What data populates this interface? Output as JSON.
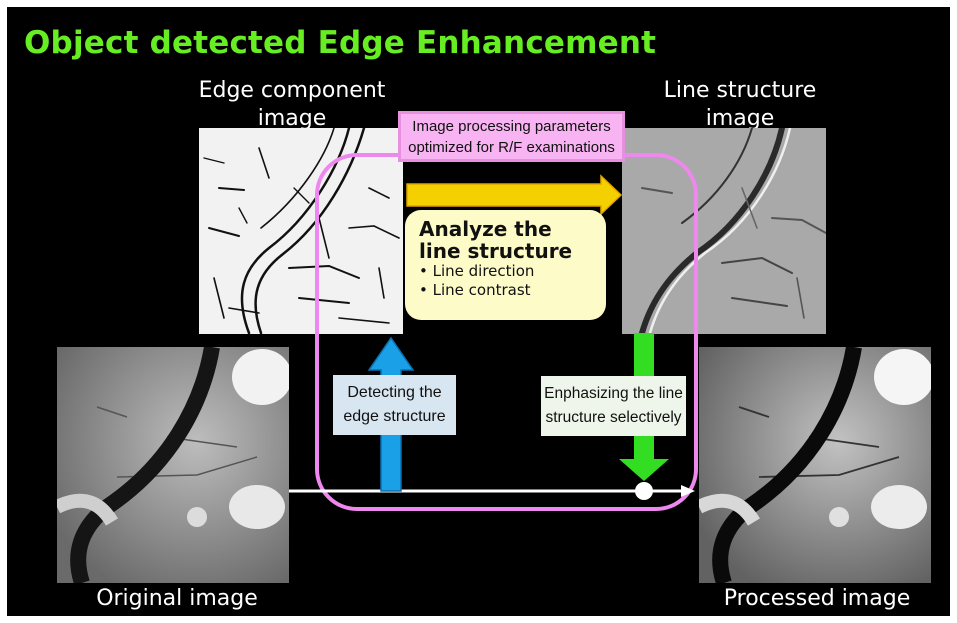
{
  "title": "Object detected Edge Enhancement",
  "labels": {
    "edge_component": [
      "Edge component",
      "image"
    ],
    "line_structure": [
      "Line structure",
      "image"
    ],
    "original": "Original image",
    "processed": "Processed image"
  },
  "param_box": [
    "Image processing parameters",
    "optimized for R/F examinations"
  ],
  "analyze": {
    "heading": [
      "Analyze the",
      "line structure"
    ],
    "items": [
      "• Line direction",
      "• Line contrast"
    ]
  },
  "detecting": [
    "Detecting the",
    "edge structure"
  ],
  "enhancing": [
    "Enphasizing the line",
    "structure selectively"
  ],
  "colors": {
    "title": "#66ee22",
    "frame": "#ee88ee",
    "param_box": "#f8b4f2",
    "analyze_box": "#fdfbc8",
    "yellow_arrow": "#f5d000",
    "blue_arrow": "#1aa0e6",
    "green_arrow": "#33dd22"
  }
}
